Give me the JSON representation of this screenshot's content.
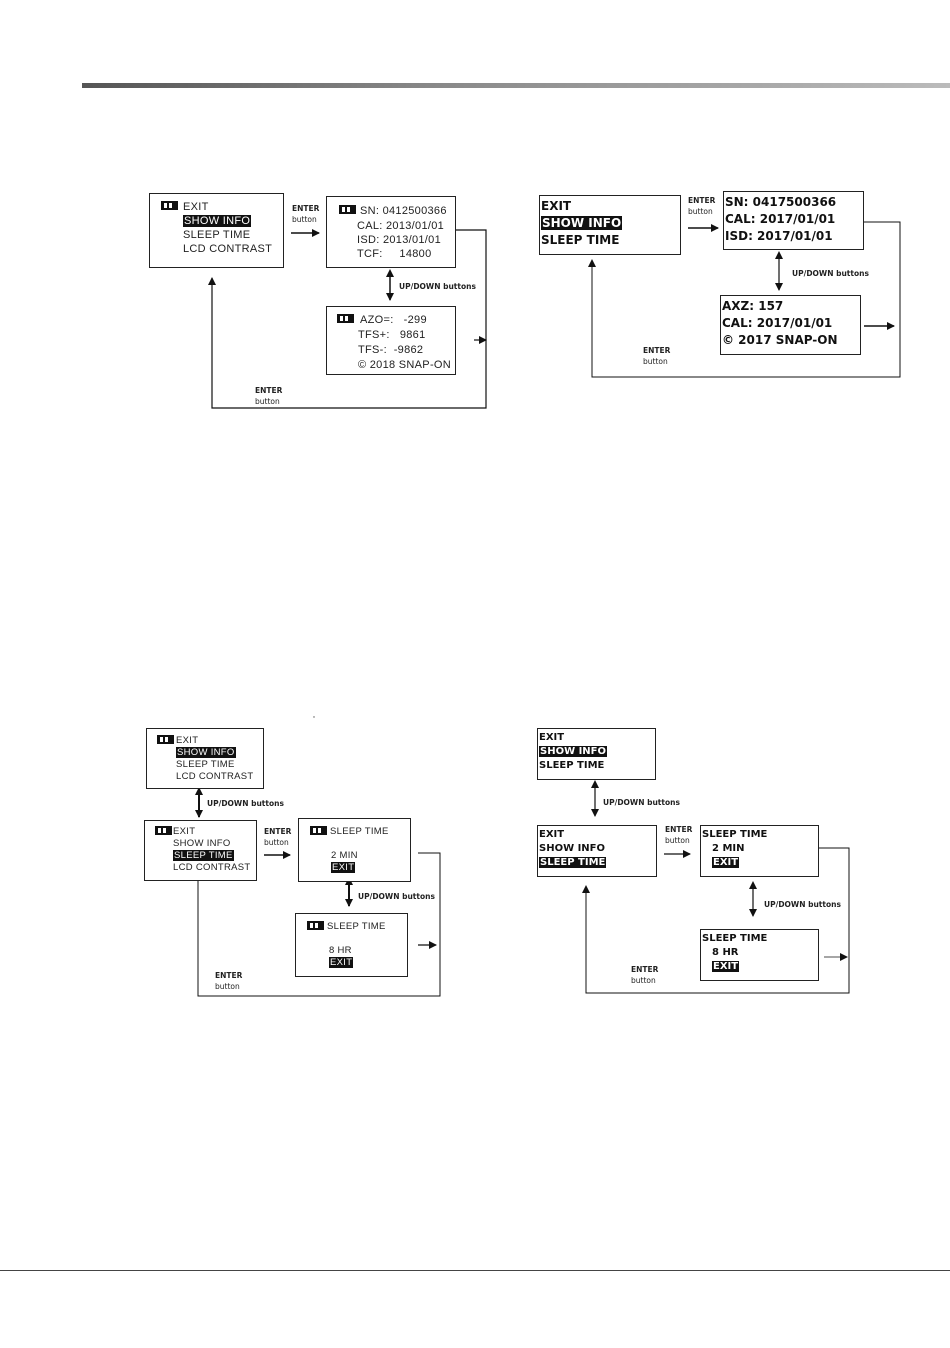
{
  "labels": {
    "enter": "ENTER",
    "button": "button",
    "updown": "UP/DOWN buttons"
  },
  "d1": {
    "main": [
      "EXIT",
      "SHOW INFO",
      "SLEEP TIME",
      "LCD CONTRAST"
    ],
    "info1": [
      "SN: 0412500366",
      "CAL: 2013/01/01",
      "ISD: 2013/01/01",
      "TCF:     14800"
    ],
    "info2": [
      "AZO=:   -299",
      "TFS+:   9861",
      "TFS-:  -9862",
      "© 2018 SNAP-ON"
    ]
  },
  "d2": {
    "main": [
      "EXIT",
      "SHOW INFO",
      "SLEEP TIME"
    ],
    "info1": [
      "SN: 0417500366",
      "CAL: 2017/01/01",
      "ISD: 2017/01/01"
    ],
    "info2": [
      "AXZ: 157",
      "CAL: 2017/01/01",
      "© 2017 SNAP-ON"
    ]
  },
  "d3": {
    "menu1": [
      "EXIT",
      "SHOW INFO",
      "SLEEP TIME",
      "LCD CONTRAST"
    ],
    "menu2": [
      "EXIT",
      "SHOW INFO",
      "SLEEP TIME",
      "LCD CONTRAST"
    ],
    "sleep1": [
      "SLEEP TIME",
      "2 MIN",
      "EXIT"
    ],
    "sleep2": [
      "SLEEP TIME",
      "8 HR",
      "EXIT"
    ]
  },
  "d4": {
    "menu1": [
      "EXIT",
      "SHOW INFO",
      "SLEEP TIME"
    ],
    "menu2": [
      "EXIT",
      "SHOW INFO",
      "SLEEP TIME"
    ],
    "sleep1": [
      "SLEEP TIME",
      "2 MIN",
      "EXIT"
    ],
    "sleep2": [
      "SLEEP TIME",
      "8 HR",
      "EXIT"
    ]
  }
}
